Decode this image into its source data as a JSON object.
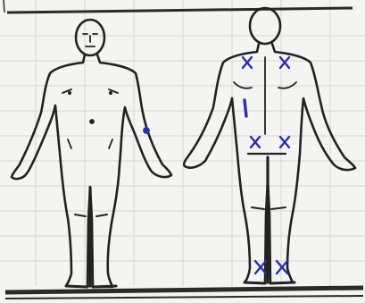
{
  "document": {
    "type": "body-diagram-form"
  },
  "figures": [
    {
      "view": "front",
      "marks": [
        {
          "symbol": "dot",
          "region": "left-forearm"
        }
      ]
    },
    {
      "view": "back",
      "marks": [
        {
          "symbol": "X",
          "region": "right-shoulder-blade"
        },
        {
          "symbol": "X",
          "region": "left-shoulder-blade"
        },
        {
          "symbol": "line",
          "region": "lower-back"
        },
        {
          "symbol": "X",
          "region": "right-buttock"
        },
        {
          "symbol": "X",
          "region": "left-buttock"
        },
        {
          "symbol": "X",
          "region": "right-heel"
        },
        {
          "symbol": "X",
          "region": "left-heel"
        }
      ]
    }
  ],
  "colors": {
    "paper": "#f4f4f2",
    "ink": "#222222",
    "grid": "#c9cacd",
    "pen": "#2b2fa8"
  }
}
